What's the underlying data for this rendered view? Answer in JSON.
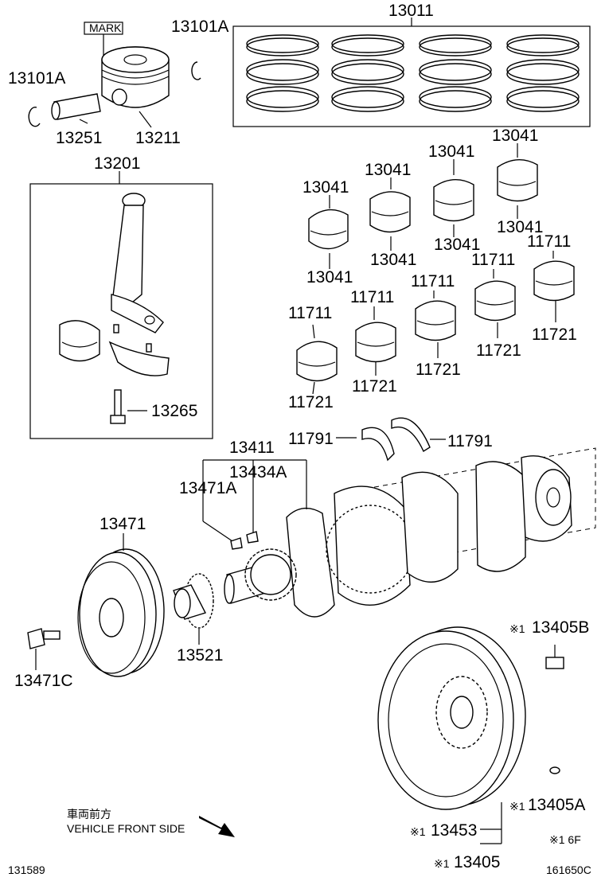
{
  "labels": {
    "p13011": "13011",
    "p13101a_r": "13101A",
    "p13101a_l": "13101A",
    "mark": "MARK",
    "p13251": "13251",
    "p13211": "13211",
    "p13201": "13201",
    "p13265": "13265",
    "b13041_1": "13041",
    "b13041_2": "13041",
    "b13041_3": "13041",
    "b13041_4": "13041",
    "b13041_5": "13041",
    "b13041_6": "13041",
    "b13041_7": "13041",
    "b13041_8": "13041",
    "b11711_1": "11711",
    "b11711_2": "11711",
    "b11711_3": "11711",
    "b11711_4": "11711",
    "b11711_5": "11711",
    "b11721_1": "11721",
    "b11721_2": "11721",
    "b11721_3": "11721",
    "b11721_4": "11721",
    "b11721_5": "11721",
    "t11791_l": "11791",
    "t11791_r": "11791",
    "p13411": "13411",
    "p13434a": "13434A",
    "p13471a": "13471A",
    "p13471": "13471",
    "p13471c": "13471C",
    "p13521": "13521",
    "p13405b": "13405B",
    "p13405a": "13405A",
    "p13453": "13453",
    "p13405": "13405",
    "ref_mark": "※1",
    "ref_note": "※1 6F",
    "front_jp": "車両前方",
    "front_en": "VEHICLE FRONT SIDE",
    "code_left": "131589",
    "code_right": "161650C"
  }
}
